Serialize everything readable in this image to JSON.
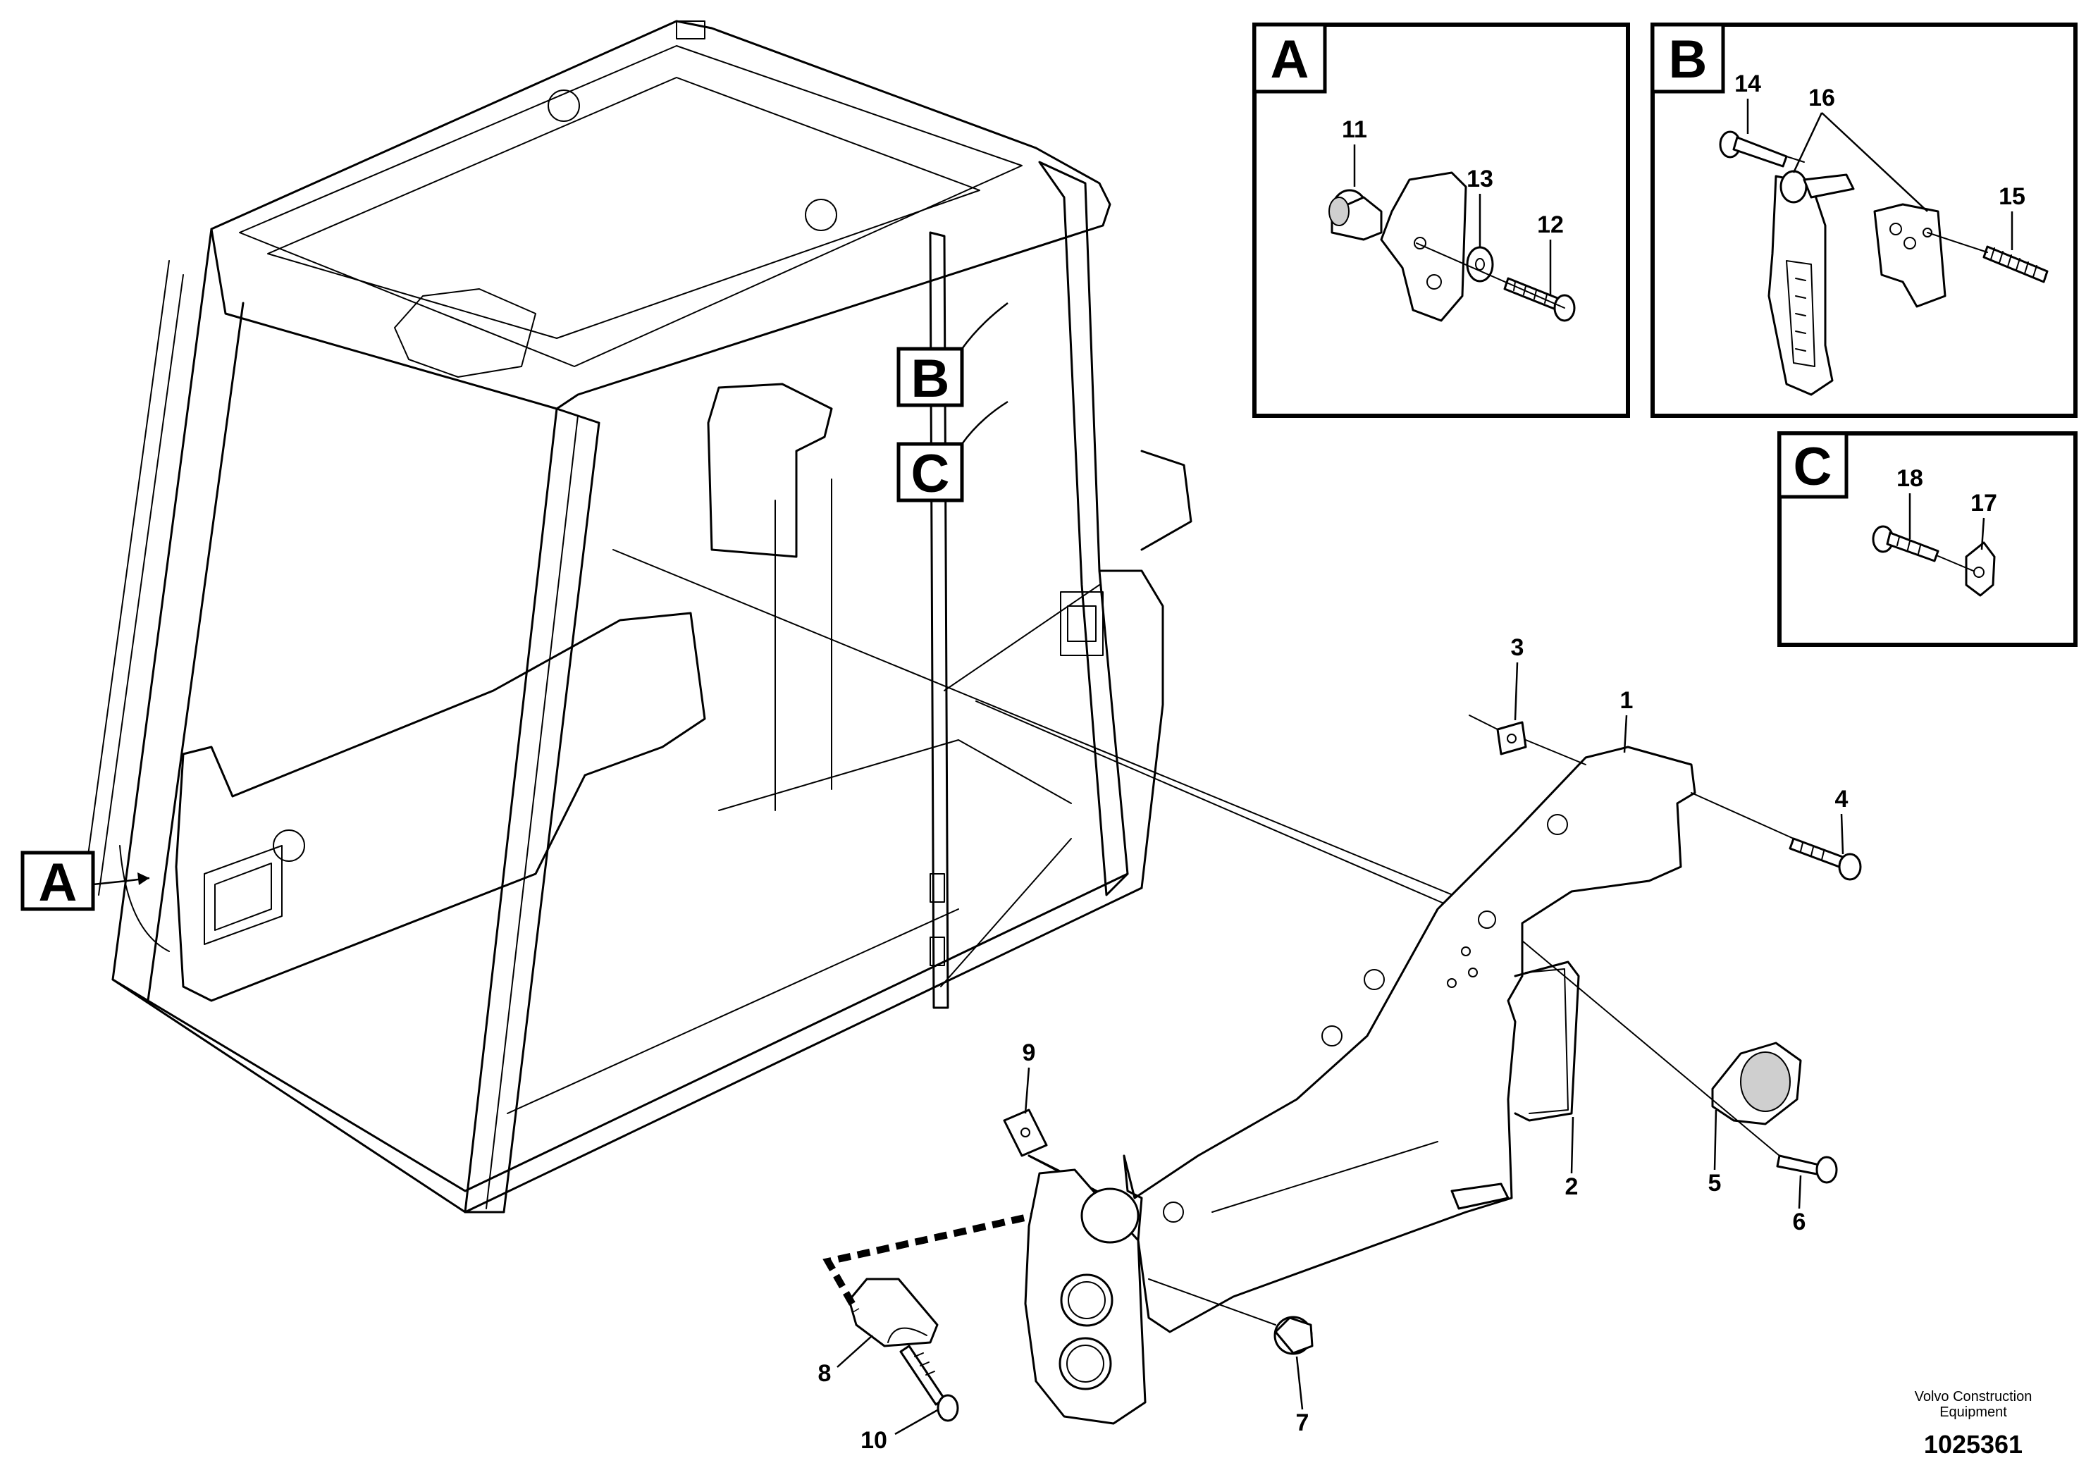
{
  "detail_views": [
    {
      "label": "A",
      "parts": [
        "11",
        "13",
        "12"
      ]
    },
    {
      "label": "B",
      "parts": [
        "14",
        "16",
        "15"
      ]
    },
    {
      "label": "C",
      "parts": [
        "18",
        "17"
      ]
    }
  ],
  "location_callouts": [
    "A",
    "B",
    "C"
  ],
  "main_parts": [
    "1",
    "2",
    "3",
    "4",
    "5",
    "6",
    "7",
    "8",
    "9",
    "10"
  ],
  "footer": {
    "credit_line1": "Volvo Construction",
    "credit_line2": "Equipment",
    "document_number": "1025361"
  }
}
